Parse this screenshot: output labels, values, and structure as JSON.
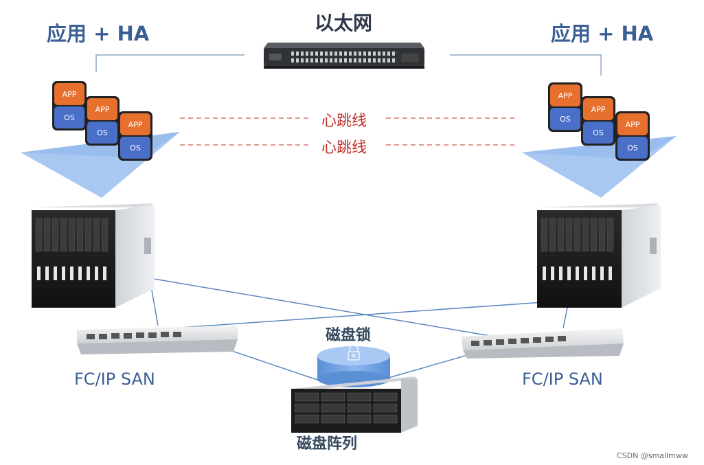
{
  "labels": {
    "left_app": "应用 + HA",
    "right_app": "应用 + HA",
    "ethernet": "以太网",
    "heartbeat_1": "心跳线",
    "heartbeat_2": "心跳线",
    "disk_lock": "磁盘锁",
    "left_san": "FC/IP  SAN",
    "right_san": "FC/IP  SAN",
    "disk_array": "磁盘阵列",
    "watermark": "CSDN @smallmww"
  },
  "stack_labels": {
    "app": "APP",
    "os": "OS"
  },
  "colors": {
    "app_orange": "#e8702f",
    "os_blue": "#4a6fc9",
    "platform_blue": "#a8c8f2",
    "link_blue": "#5a86c0",
    "heartbeat_red": "#c0302a",
    "title_blue": "#3a5f95"
  }
}
